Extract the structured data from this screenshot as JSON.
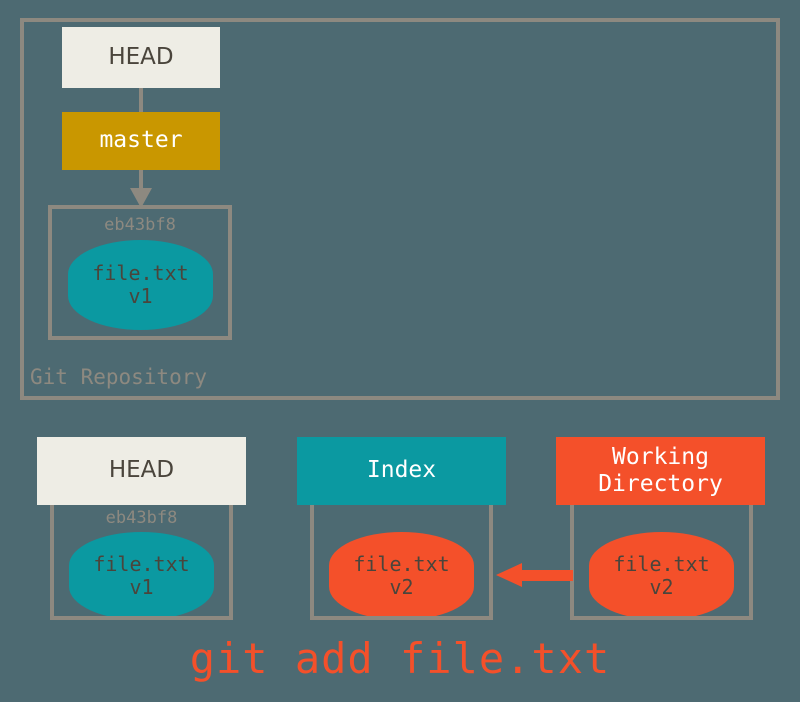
{
  "colors": {
    "background": "#4d6a72",
    "frame_gray": "#8d8980",
    "head_cream": "#eeede5",
    "master_gold": "#c99700",
    "index_teal": "#0b99a1",
    "working_red": "#f4502a",
    "text_dark": "#4a453c"
  },
  "repository": {
    "label": "Git Repository",
    "head": {
      "label": "HEAD"
    },
    "branch": {
      "label": "master"
    },
    "commit": {
      "sha": "eb43bf8",
      "blob": {
        "filename": "file.txt",
        "version": "v1"
      }
    }
  },
  "areas": [
    {
      "id": "head",
      "header": "HEAD",
      "sha": "eb43bf8",
      "blob": {
        "filename": "file.txt",
        "version": "v1"
      },
      "blob_color": "teal"
    },
    {
      "id": "index",
      "header": "Index",
      "sha": "",
      "blob": {
        "filename": "file.txt",
        "version": "v2"
      },
      "blob_color": "red"
    },
    {
      "id": "working-directory",
      "header": "Working\nDirectory",
      "header_line1": "Working",
      "header_line2": "Directory",
      "sha": "",
      "blob": {
        "filename": "file.txt",
        "version": "v2"
      },
      "blob_color": "red"
    }
  ],
  "arrows": {
    "head_to_master": "vertical-line",
    "master_to_commit": "arrow-down",
    "working_to_index": "arrow-left"
  },
  "command": "git add file.txt"
}
